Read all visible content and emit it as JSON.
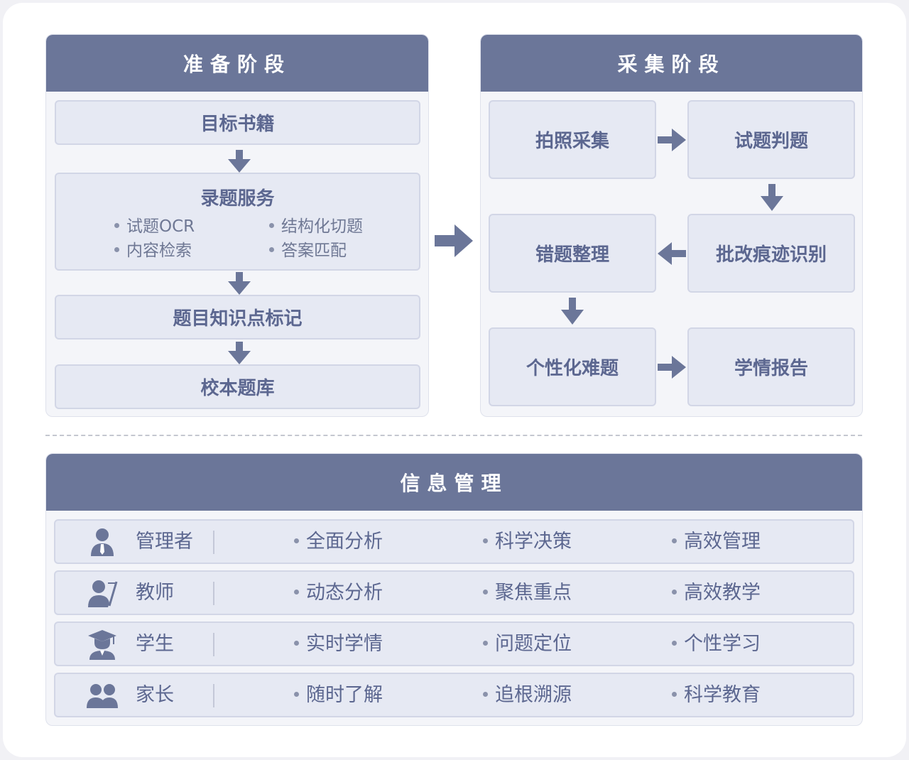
{
  "prep": {
    "title": "准备阶段",
    "target_books": "目标书籍",
    "entry_service": {
      "title": "录题服务",
      "items": [
        "试题OCR",
        "结构化切题",
        "内容检索",
        "答案匹配"
      ]
    },
    "knowledge_tagging": "题目知识点标记",
    "school_bank": "校本题库"
  },
  "collect": {
    "title": "采集阶段",
    "photo_capture": "拍照采集",
    "grading": "试题判题",
    "mark_recognition": "批改痕迹识别",
    "mistake_sorting": "错题整理",
    "personalized": "个性化难题",
    "report": "学情报告"
  },
  "info": {
    "title": "信息管理",
    "rows": [
      {
        "role": "管理者",
        "icon": "admin-icon",
        "features": [
          "全面分析",
          "科学决策",
          "高效管理"
        ]
      },
      {
        "role": "教师",
        "icon": "teacher-icon",
        "features": [
          "动态分析",
          "聚焦重点",
          "高效教学"
        ]
      },
      {
        "role": "学生",
        "icon": "student-icon",
        "features": [
          "实时学情",
          "问题定位",
          "个性学习"
        ]
      },
      {
        "role": "家长",
        "icon": "parent-icon",
        "features": [
          "随时了解",
          "追根溯源",
          "科学教育"
        ]
      }
    ]
  },
  "colors": {
    "header": "#6b7699",
    "box_fill": "#e6e9f3",
    "box_border": "#d2d6e6",
    "text": "#5c6790"
  }
}
